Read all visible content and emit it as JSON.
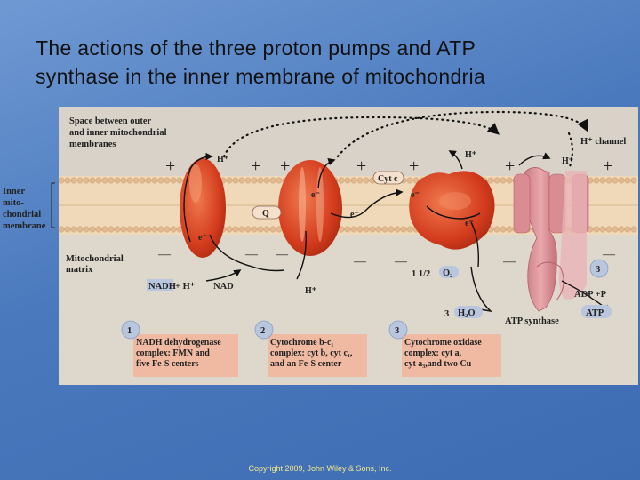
{
  "slide": {
    "title_line1": "The actions of the three proton pumps and ATP",
    "title_line2": "synthase in the inner membrane of mitochondria",
    "copyright": "Copyright 2009, John Wiley & Sons, Inc."
  },
  "colors": {
    "membrane": "#e8c8a4",
    "complex": "#d9411f",
    "atp_synthase": "#d98d93",
    "box_fill": "#efb9a2",
    "circle_fill": "#b8c6de"
  },
  "labels": {
    "intermembrane_l1": "Space between outer",
    "intermembrane_l2": "and inner mitochondrial",
    "intermembrane_l3": "membranes",
    "inner_l1": "Inner",
    "inner_l2": "mito-",
    "inner_l3": "chondrial",
    "inner_l4": "membrane",
    "matrix_l1": "Mitochondrial",
    "matrix_l2": "matrix",
    "h_channel": "H⁺ channel",
    "cyt_c": "Cyt c",
    "q": "Q",
    "electron": "e⁻",
    "h_plus": "H⁺",
    "nadh": "NADH",
    "nadh_h": "+ H⁺",
    "nad": "NAD",
    "half_o2": "1 1/2",
    "o2": "O₂",
    "three": "3",
    "h2o": "H₂O",
    "adp_p": "ADP +P",
    "atp": "ATP",
    "atp_synthase": "ATP synthase",
    "plus": "+",
    "minus": "—"
  },
  "complexes": [
    {
      "number": "1",
      "line1": "NADH dehydrogenase",
      "line2": "complex: FMN and",
      "line3": "five Fe-S centers"
    },
    {
      "number": "2",
      "line1": "Cytochrome b-c₁",
      "line2": "complex: cyt b, cyt c₁,",
      "line3": "and an Fe-S center"
    },
    {
      "number": "3",
      "line1": "Cytochrome oxidase",
      "line2": "complex: cyt a,",
      "line3": "cyt a₃,and two Cu"
    }
  ]
}
